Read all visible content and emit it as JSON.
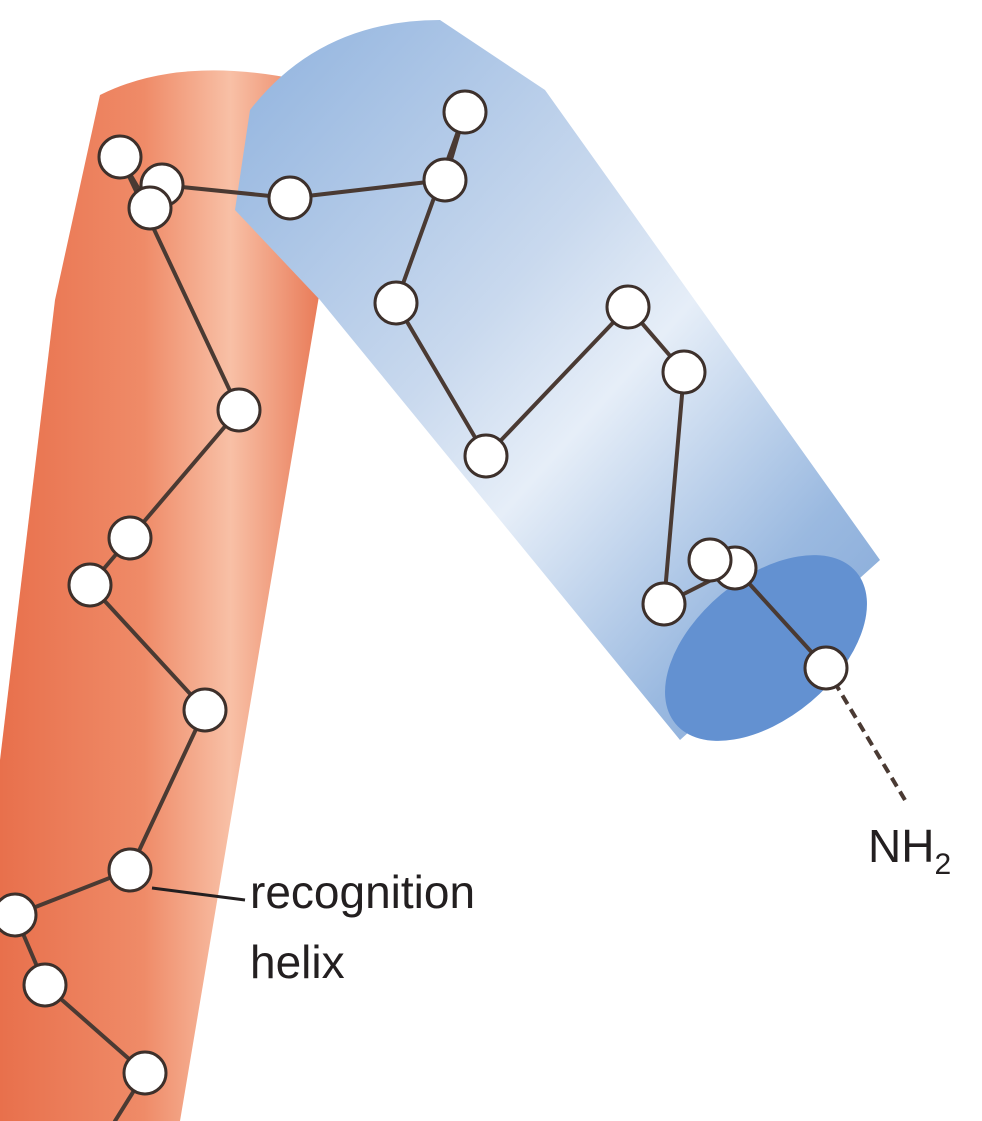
{
  "labels": {
    "nh2_main": "NH",
    "nh2_sub": "2",
    "recognition_line1": "recognition",
    "recognition_line2": "helix"
  },
  "colors": {
    "red_helix": "#ec8260",
    "red_helix_light": "#f6b296",
    "blue_helix": "#7da4d8",
    "blue_helix_light": "#dfe9f5",
    "blue_end_cap": "#5f8fd0",
    "backbone": "#4a3a33",
    "residue_fill": "#ffffff",
    "residue_stroke": "#3d302b"
  }
}
